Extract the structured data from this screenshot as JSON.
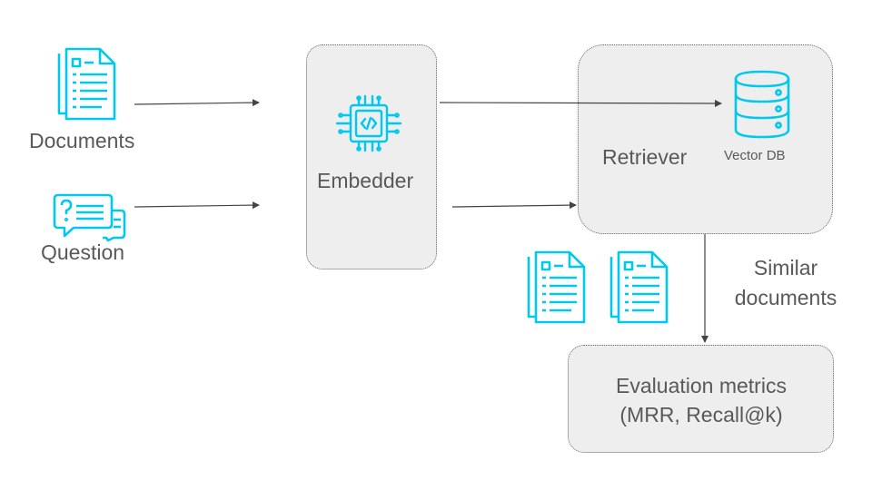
{
  "inputs": {
    "documents_label": "Documents",
    "question_label": "Question"
  },
  "embedder": {
    "label": "Embedder"
  },
  "retriever": {
    "label": "Retriever",
    "db_label": "Vector DB"
  },
  "similar_docs": {
    "line1": "Similar",
    "line2": "documents"
  },
  "evaluation": {
    "line1": "Evaluation metrics",
    "line2": "(MRR, Recall@k)"
  },
  "icons": {
    "documents": "document-icon",
    "question": "chat-bubbles-icon",
    "embedder": "chip-icon",
    "vector_db": "database-icon",
    "similar_docs": "document-icon"
  },
  "colors": {
    "icon_accent": "#00c8ef",
    "box_fill": "#eeeeee",
    "box_border": "#666666",
    "text": "#595959",
    "arrow": "#444444"
  }
}
